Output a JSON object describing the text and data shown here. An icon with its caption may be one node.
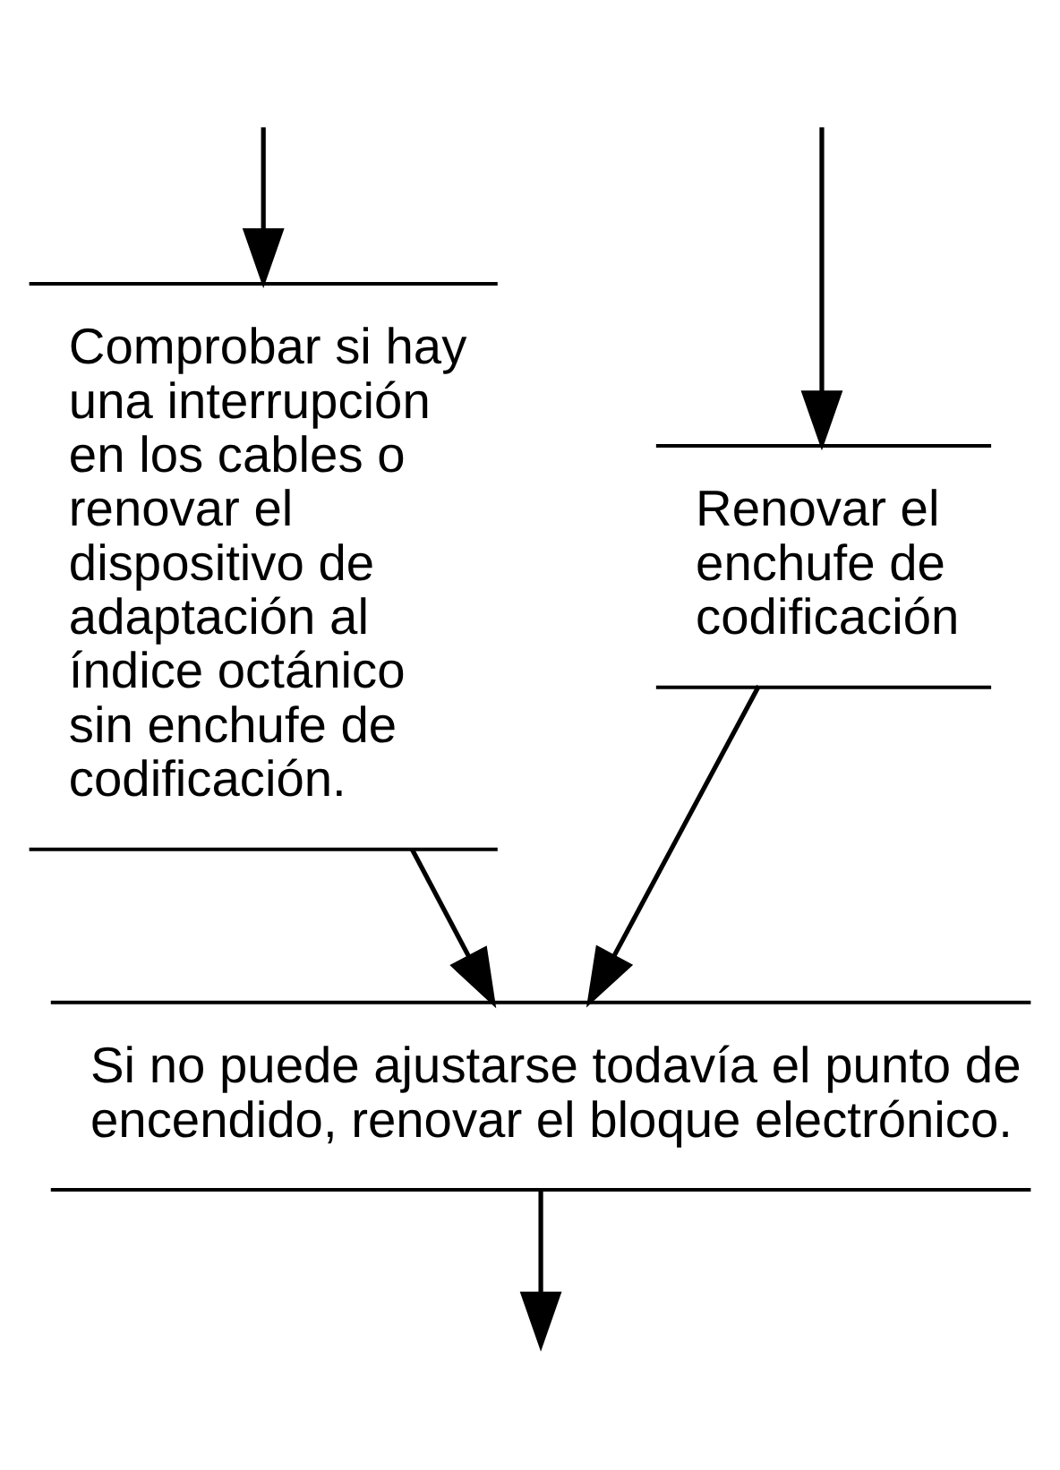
{
  "diagram": {
    "nodes": [
      {
        "text": [
          "Renovar el enchufe de codificación"
        ]
      },
      {
        "text": [
          "Comprobar si hay una interrupción en los cables o renovar el dispositivo de adaptación al índice octánico sin enchufe de codificación."
        ]
      },
      {
        "text": [
          "Si no puede ajustarse todavía el punto de encendido, renovar el bloque electrónico."
        ]
      }
    ],
    "edges": [
      {
        "from": null,
        "to": 0,
        "arrow": "to"
      },
      {
        "from": null,
        "to": 1,
        "arrow": "to"
      },
      {
        "from": 0,
        "to": 2,
        "arrow": "to"
      },
      {
        "from": 1,
        "to": 2,
        "arrow": "to"
      },
      {
        "from": 2,
        "to": null,
        "arrow": "to"
      }
    ]
  }
}
